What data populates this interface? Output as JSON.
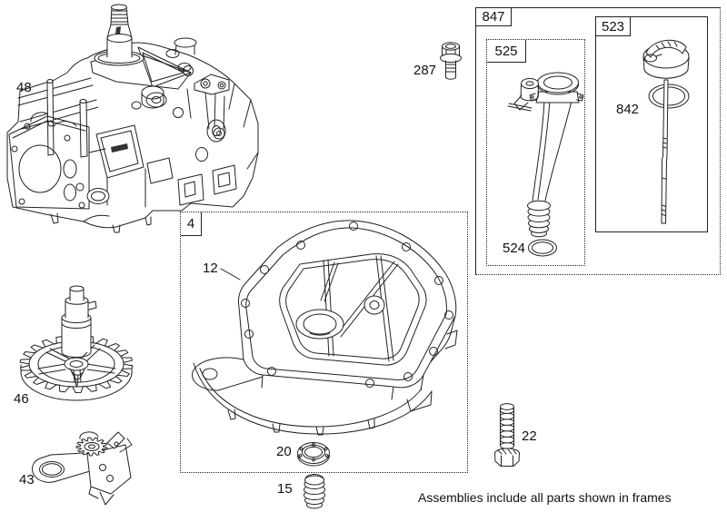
{
  "frames": {
    "f847": "847",
    "f525": "525",
    "f523": "523",
    "f4": "4"
  },
  "part_labels": {
    "p48": "48",
    "p287": "287",
    "p842": "842",
    "p524": "524",
    "p12": "12",
    "p46": "46",
    "p43": "43",
    "p20": "20",
    "p15": "15",
    "p22": "22"
  },
  "footer": {
    "note": "Assemblies include all parts shown in frames"
  },
  "colors": {
    "line": "#222222",
    "background": "#ffffff"
  }
}
